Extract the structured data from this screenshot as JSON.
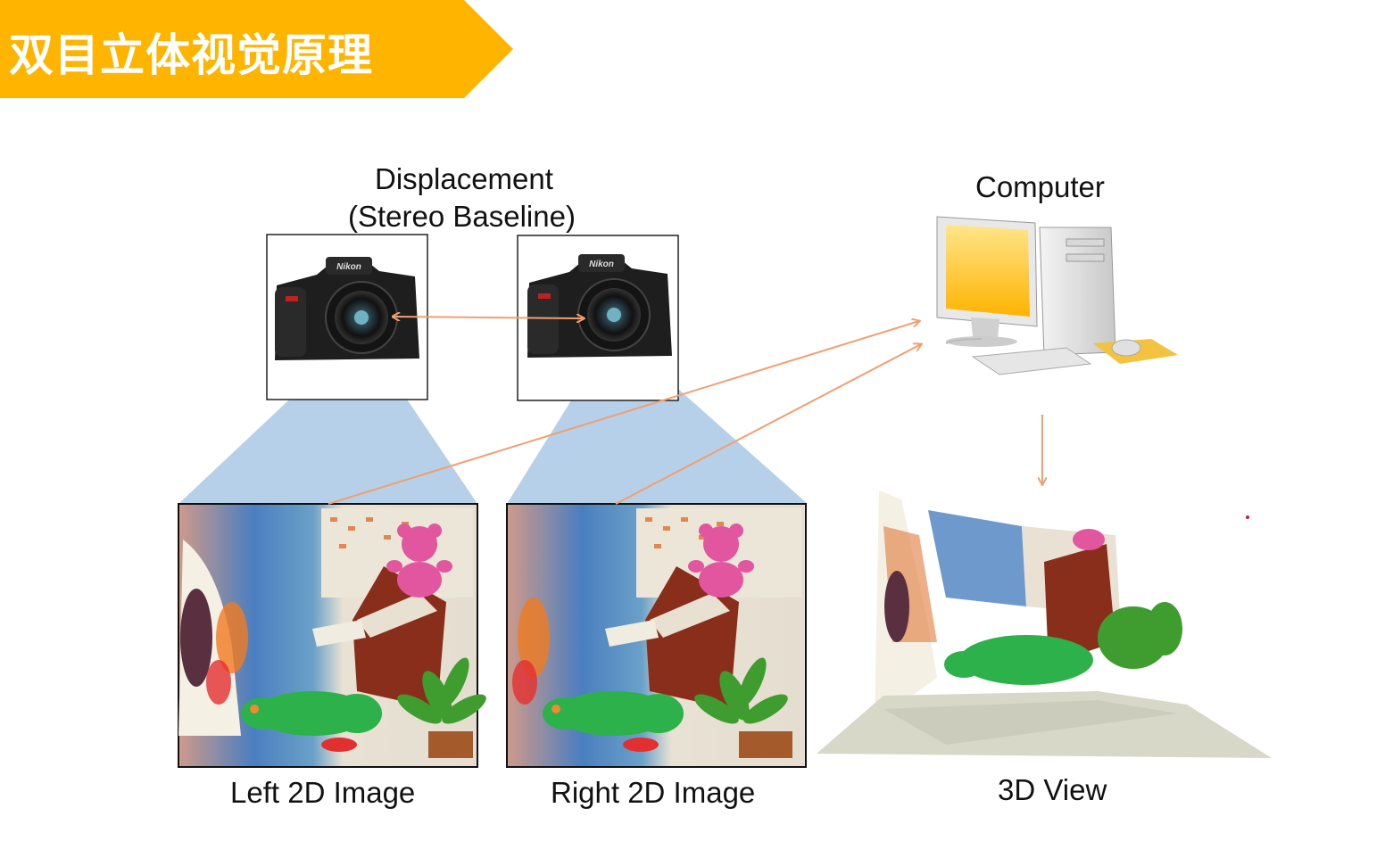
{
  "title": "双目立体视觉原理",
  "labels": {
    "displacement": "Displacement",
    "stereo_baseline": "(Stereo Baseline)",
    "computer": "Computer",
    "left_image": "Left 2D Image",
    "right_image": "Right 2D Image",
    "view_3d": "3D View"
  },
  "camera_brand": "Nikon",
  "colors": {
    "banner": "#ffb400",
    "arrow": "#f0a070",
    "frustum": "#a8c8e4",
    "camera_body": "#1e1e1e",
    "monitor_screen": "#ffc21a",
    "pad": "#f2c240",
    "teddy": "#e2559f",
    "frog": "#2db14a",
    "box_wood": "#8a2e1c",
    "plant": "#3f9c2e"
  }
}
